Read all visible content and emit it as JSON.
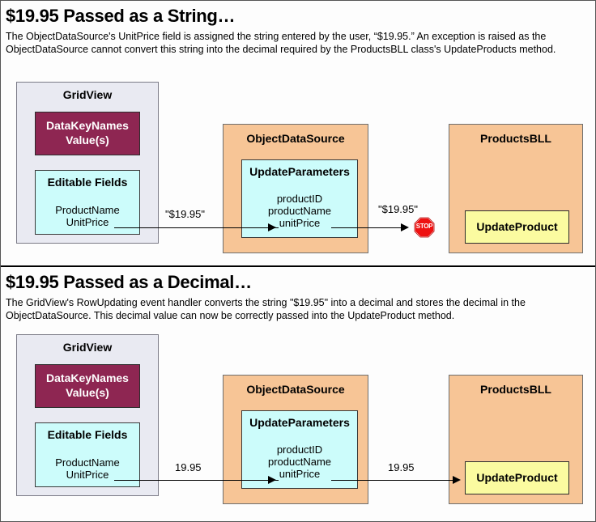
{
  "sections": [
    {
      "id": "string",
      "title": "$19.95 Passed as a String…",
      "description": "The ObjectDataSource's UnitPrice field is assigned the string entered by the user, “$19.95.” An exception is raised as the ObjectDataSource cannot convert this string into the decimal required by the ProductsBLL class's UpdateProducts method.",
      "gridview": {
        "title": "GridView",
        "datakeynames": {
          "line1": "DataKeyNames",
          "line2": "Value(s)"
        },
        "editable": {
          "title": "Editable Fields",
          "field1": "ProductName",
          "field2": "UnitPrice"
        }
      },
      "objectdatasource": {
        "title": "ObjectDataSource",
        "updateparameters": {
          "title": "UpdateParameters",
          "param1": "productID",
          "param2": "productName",
          "param3": "unitPrice"
        }
      },
      "productsbll": {
        "title": "ProductsBLL",
        "method": "UpdateProduct"
      },
      "arrow1_label": "\"$19.95\"",
      "arrow2_label": "\"$19.95\"",
      "stop_label": "STOP",
      "has_stop": true
    },
    {
      "id": "decimal",
      "title": "$19.95 Passed as a Decimal…",
      "description": "The GridView's RowUpdating event handler converts the string \"$19.95\" into a decimal and stores the decimal in the ObjectDataSource. This decimal value can now be correctly passed into the UpdateProduct method.",
      "gridview": {
        "title": "GridView",
        "datakeynames": {
          "line1": "DataKeyNames",
          "line2": "Value(s)"
        },
        "editable": {
          "title": "Editable Fields",
          "field1": "ProductName",
          "field2": "UnitPrice"
        }
      },
      "objectdatasource": {
        "title": "ObjectDataSource",
        "updateparameters": {
          "title": "UpdateParameters",
          "param1": "productID",
          "param2": "productName",
          "param3": "unitPrice"
        }
      },
      "productsbll": {
        "title": "ProductsBLL",
        "method": "UpdateProduct"
      },
      "arrow1_label": "19.95",
      "arrow2_label": "19.95",
      "stop_label": "",
      "has_stop": false
    }
  ],
  "colors": {
    "gridview_bg": "#e9eaf2",
    "datakey_bg": "#8e2652",
    "cyan_bg": "#ccfcfb",
    "orange_bg": "#f7c596",
    "yellow_bg": "#fbfba0",
    "stop_red": "#ee1111"
  }
}
